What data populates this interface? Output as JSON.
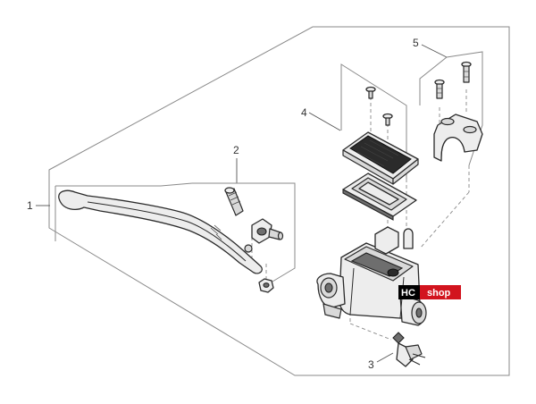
{
  "callouts": {
    "c1": "1",
    "c2": "2",
    "c3": "3",
    "c4": "4",
    "c5": "5"
  },
  "badge": {
    "left_text": "HC",
    "right_text": "shop",
    "left_color": "#000000",
    "right_color": "#d2141e"
  },
  "colors": {
    "part_fill": "#ededed",
    "outline": "#2a2a2a",
    "frame": "#8a8a8a"
  }
}
